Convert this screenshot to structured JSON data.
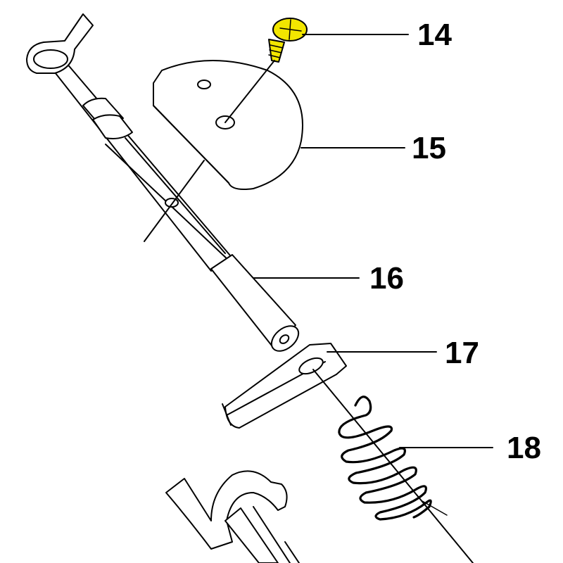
{
  "callouts": [
    {
      "number": "14"
    },
    {
      "number": "15"
    },
    {
      "number": "16"
    },
    {
      "number": "17"
    },
    {
      "number": "18"
    }
  ],
  "colors": {
    "line": "#000000",
    "background": "#ffffff",
    "highlight_part": "#f2e600"
  }
}
